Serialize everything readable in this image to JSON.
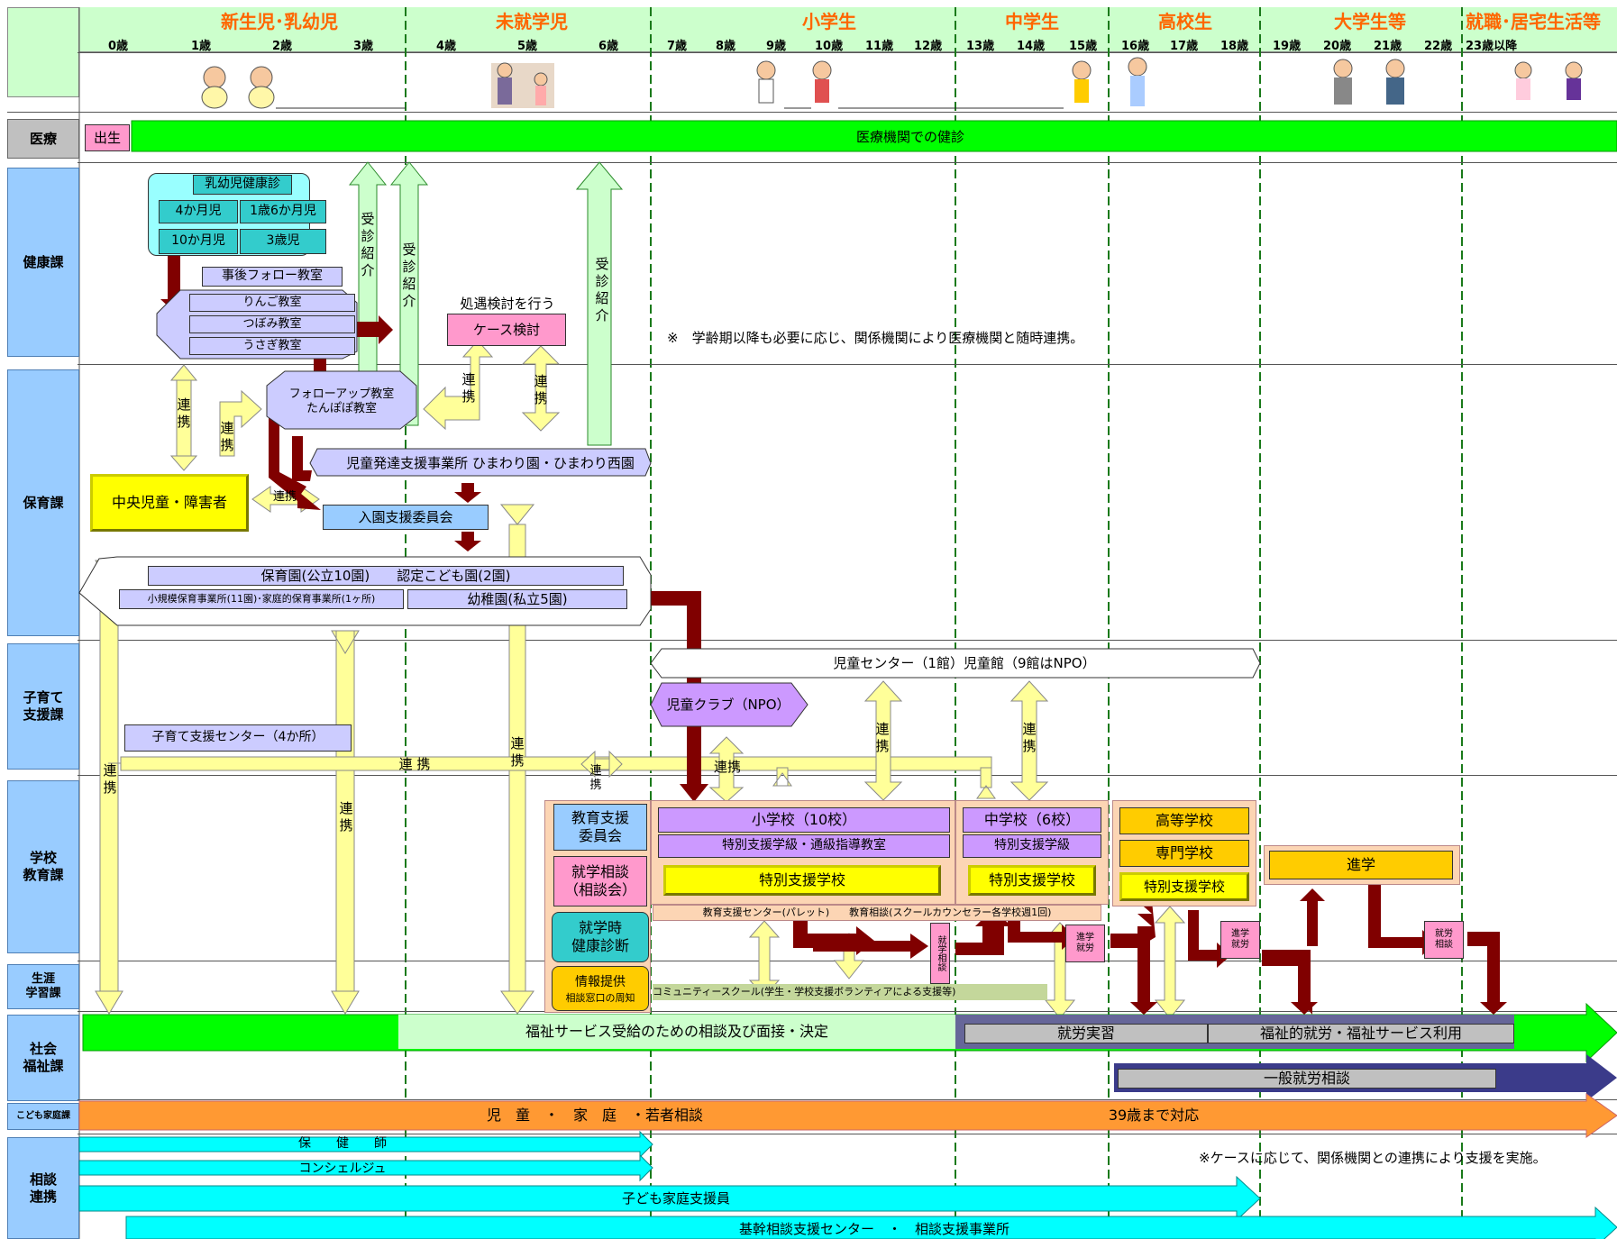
{
  "stages": {
    "s1": "新生児･乳幼児",
    "s2": "未就学児",
    "s3": "小学生",
    "s4": "中学生",
    "s5": "高校生",
    "s6": "大学生等",
    "s7": "就職･居宅生活等"
  },
  "ages": [
    "0歳",
    "1歳",
    "2歳",
    "3歳",
    "4歳",
    "5歳",
    "6歳",
    "7歳",
    "8歳",
    "9歳",
    "10歳",
    "11歳",
    "12歳",
    "13歳",
    "14歳",
    "15歳",
    "16歳",
    "17歳",
    "18歳",
    "19歳",
    "20歳",
    "21歳",
    "22歳",
    "23歳以降"
  ],
  "rows": {
    "iryo": "医療",
    "kenko": "健康課",
    "hoiku": "保育課",
    "kosodate": "子育て\n支援課",
    "gakko": "学校\n教育課",
    "shogai": "生涯\n学習課",
    "fukushi": "社会\n福祉課",
    "kodomo": "こども家庭課",
    "sodan": "相談\n連携"
  },
  "medical": {
    "birth": "出生",
    "checkup": "医療機関での健診"
  },
  "health": {
    "infant_checkup": "乳幼児健康診",
    "m4": "4か月児",
    "y1m6": "1歳6か月児",
    "m10": "10か月児",
    "y3": "3歳児",
    "follow_class": "事後フォロー教室",
    "ringo": "りんご教室",
    "tsubomi": "つぼみ教室",
    "usagi": "うさぎ教室",
    "treat_review": "処遇検討を行う",
    "case_review": "ケース検討",
    "referral": "受診紹介",
    "note": "※　学齢期以降も必要に応じ、関係機関により医療機関と随時連携。"
  },
  "nursery": {
    "followup": "フォローアップ教室\nたんぽぽ教室",
    "himawari": "児童発達支援事業所 ひまわり園・ひまわり西園",
    "chuo": "中央児童・障害者",
    "admission": "入園支援委員会",
    "hoikuen": "保育園(公立10園)　　認定こども園(2園)",
    "small_nursery": "小規模保育事業所(11園)･家庭的保育事業所(1ヶ所)",
    "kindergarten": "幼稚園(私立5園)",
    "renkei": "連携",
    "renkei_h": "連 携"
  },
  "childcare": {
    "center": "児童センター（1館）児童館（9館はNPO）",
    "club": "児童クラブ（NPO）",
    "support_center": "子育て支援センター（4か所）"
  },
  "school": {
    "edu_committee": "教育支援\n委員会",
    "consult": "就学相談\n（相談会）",
    "health_exam": "就学時\n健康診断",
    "info": "情報提供",
    "info_sub": "相談窓口の周知",
    "elementary": "小学校（10校）",
    "elem_special": "特別支援学級・通級指導教室",
    "elem_sp_school": "特別支援学校",
    "junior": "中学校（6校）",
    "jr_special": "特別支援学級",
    "jr_sp_school": "特別支援学校",
    "high": "高等学校",
    "vocational": "専門学校",
    "hs_sp_school": "特別支援学校",
    "advance": "進学",
    "edu_center": "教育支援センター(パレット)　　教育相談(スクールカウンセラー各学校週1回)",
    "shugaku_sodan": "就学相談",
    "shingaku_shuro": "進学\n就労",
    "shuro_sodan": "就労\n相談",
    "community": "コミュニティースクール(学生・学校支援ボランティアによる支援等)"
  },
  "welfare": {
    "consult": "福祉サービス受給のための相談及び面接・決定",
    "practice": "就労実習",
    "employment": "福祉的就労・福祉サービス利用",
    "general": "一般就労相談"
  },
  "family": {
    "consult": "児　童　・　家　庭　・若者相談",
    "age39": "39歳まで対応"
  },
  "consult": {
    "nurse": "保　　健　　師",
    "concierge": "コンシェルジュ",
    "family_support": "子ども家庭支援員",
    "center": "基幹相談支援センター　・　相談支援事業所",
    "note": "※ケースに応じて、関係機関との連携により支援を実施。"
  },
  "colors": {
    "stage_text": "#ff6600",
    "row_label": "#99ccff",
    "green_bar": "#00ff00",
    "dark_arrow": "#800000",
    "light_arrow": "#ffff99",
    "orange_bar": "#ff9933",
    "cyan_arrow": "#00ffff"
  }
}
